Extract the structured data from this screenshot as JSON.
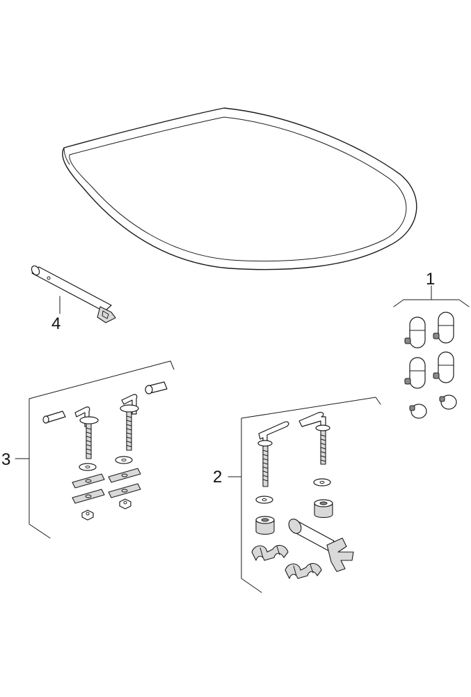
{
  "callouts": [
    {
      "id": "1",
      "text": "1"
    },
    {
      "id": "2",
      "text": "2"
    },
    {
      "id": "3",
      "text": "3"
    },
    {
      "id": "4",
      "text": "4"
    }
  ],
  "colors": {
    "stroke": "#1a1a1a",
    "fill": "#ffffff",
    "shade": "#d9d9d9",
    "background": "#ffffff"
  }
}
